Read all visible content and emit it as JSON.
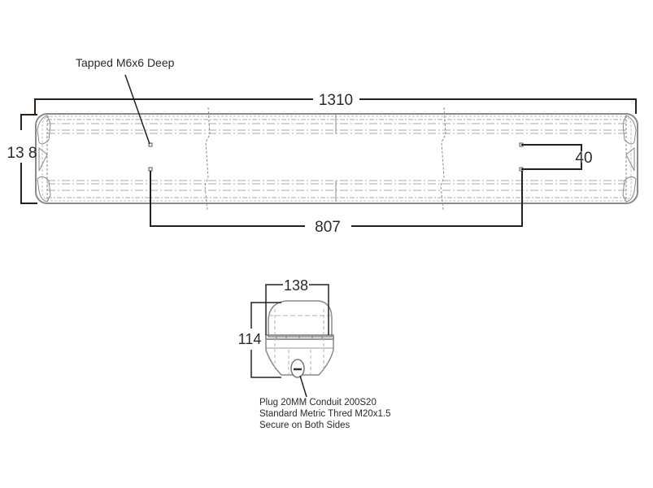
{
  "drawing": {
    "top_view": {
      "leader_label": "Tapped M6x6 Deep",
      "dim_overall_length": "1310",
      "dim_height": "13 8",
      "dim_hole_spacing_vertical": "40",
      "dim_hole_spacing_horizontal": "807"
    },
    "end_view": {
      "dim_width": "138",
      "dim_height": "114",
      "note_lines": [
        "Plug 20MM Conduit 200S20",
        "Standard Metric Thred M20x1.5",
        "Secure on Both Sides"
      ]
    }
  },
  "colors": {
    "dimension_line": "#2b1f1c",
    "outline": "#8a8a8a",
    "hidden_line": "#a8a8a8",
    "text": "#2a2a2a"
  }
}
